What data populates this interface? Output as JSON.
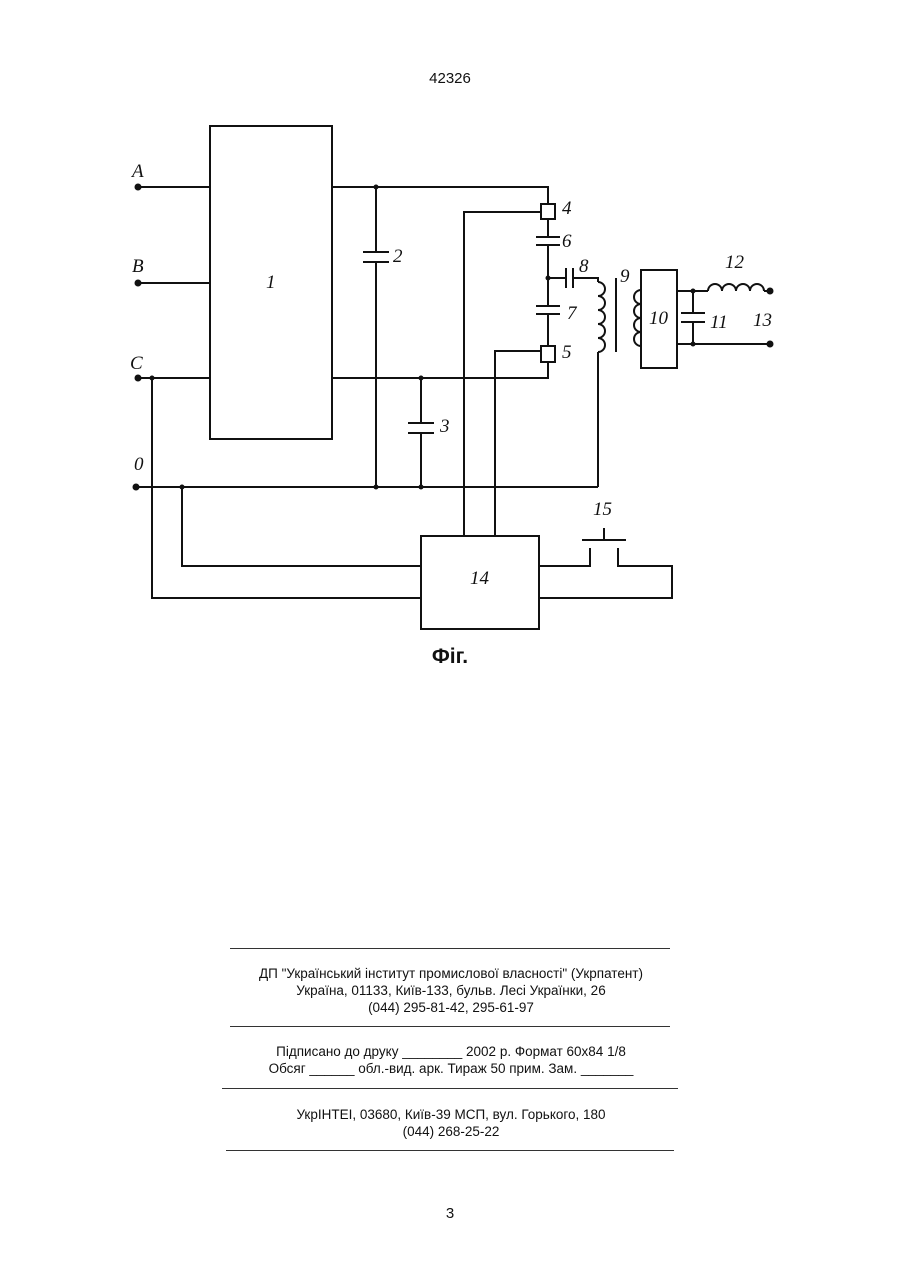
{
  "header": {
    "patent_number": "42326"
  },
  "figure": {
    "caption": "Фіг.",
    "terminals": [
      "A",
      "B",
      "C",
      "0"
    ],
    "components": [
      "1",
      "2",
      "3",
      "4",
      "5",
      "6",
      "7",
      "8",
      "9",
      "10",
      "11",
      "12",
      "13",
      "14",
      "15"
    ]
  },
  "imprint": {
    "publisher_line1": "ДП \"Український інститут промислової власності\" (Укрпатент)",
    "publisher_line2": "Україна, 01133, Київ-133, бульв. Лесі Українки, 26",
    "publisher_line3": "(044) 295-81-42, 295-61-97",
    "print_line1": "Підписано до друку ________ 2002 р.     Формат 60х84 1/8",
    "print_line2": "Обсяг ______ обл.-вид. арк.   Тираж 50 прим.     Зам. _______",
    "printer_line1": "УкрІНТЕІ, 03680, Київ-39 МСП, вул. Горького, 180",
    "printer_line2": "(044) 268-25-22"
  },
  "footer": {
    "page_number": "3"
  }
}
